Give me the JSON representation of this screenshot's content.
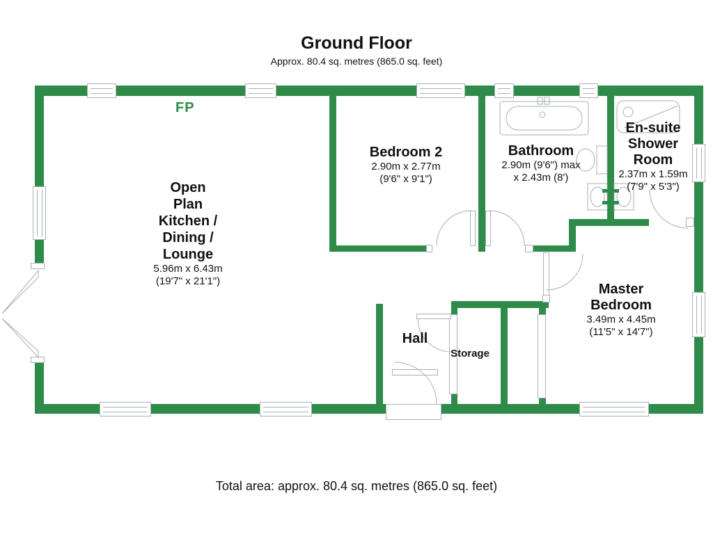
{
  "title": "Ground Floor",
  "subtitle": "Approx. 80.4 sq. metres (865.0 sq. feet)",
  "footer": "Total area: approx. 80.4 sq. metres (865.0 sq. feet)",
  "fireplace_label": "FP",
  "colors": {
    "wall": "#2e8b4a",
    "fireplace_text": "#2e8b4a",
    "fixture_outline": "#a7b0b6"
  },
  "rooms": {
    "open_plan": {
      "lines": [
        "Open",
        "Plan",
        "Kitchen /",
        "Dining /",
        "Lounge"
      ],
      "dims": [
        "5.96m x 6.43m",
        "(19'7\" x 21'1\")"
      ]
    },
    "bedroom2": {
      "lines": [
        "Bedroom 2"
      ],
      "dims": [
        "2.90m x 2.77m",
        "(9'6\" x 9'1\")"
      ]
    },
    "bathroom": {
      "lines": [
        "Bathroom"
      ],
      "dims": [
        "2.90m (9'6\") max",
        "x 2.43m (8')"
      ]
    },
    "ensuite": {
      "lines": [
        "En-suite",
        "Shower",
        "Room"
      ],
      "dims": [
        "2.37m x 1.59m",
        "(7'9\" x 5'3\")"
      ]
    },
    "master": {
      "lines": [
        "Master",
        "Bedroom"
      ],
      "dims": [
        "3.49m x 4.45m",
        "(11'5\" x 14'7\")"
      ]
    },
    "hall": {
      "lines": [
        "Hall"
      ],
      "dims": []
    },
    "storage": {
      "lines": [
        "Storage"
      ],
      "dims": []
    }
  }
}
